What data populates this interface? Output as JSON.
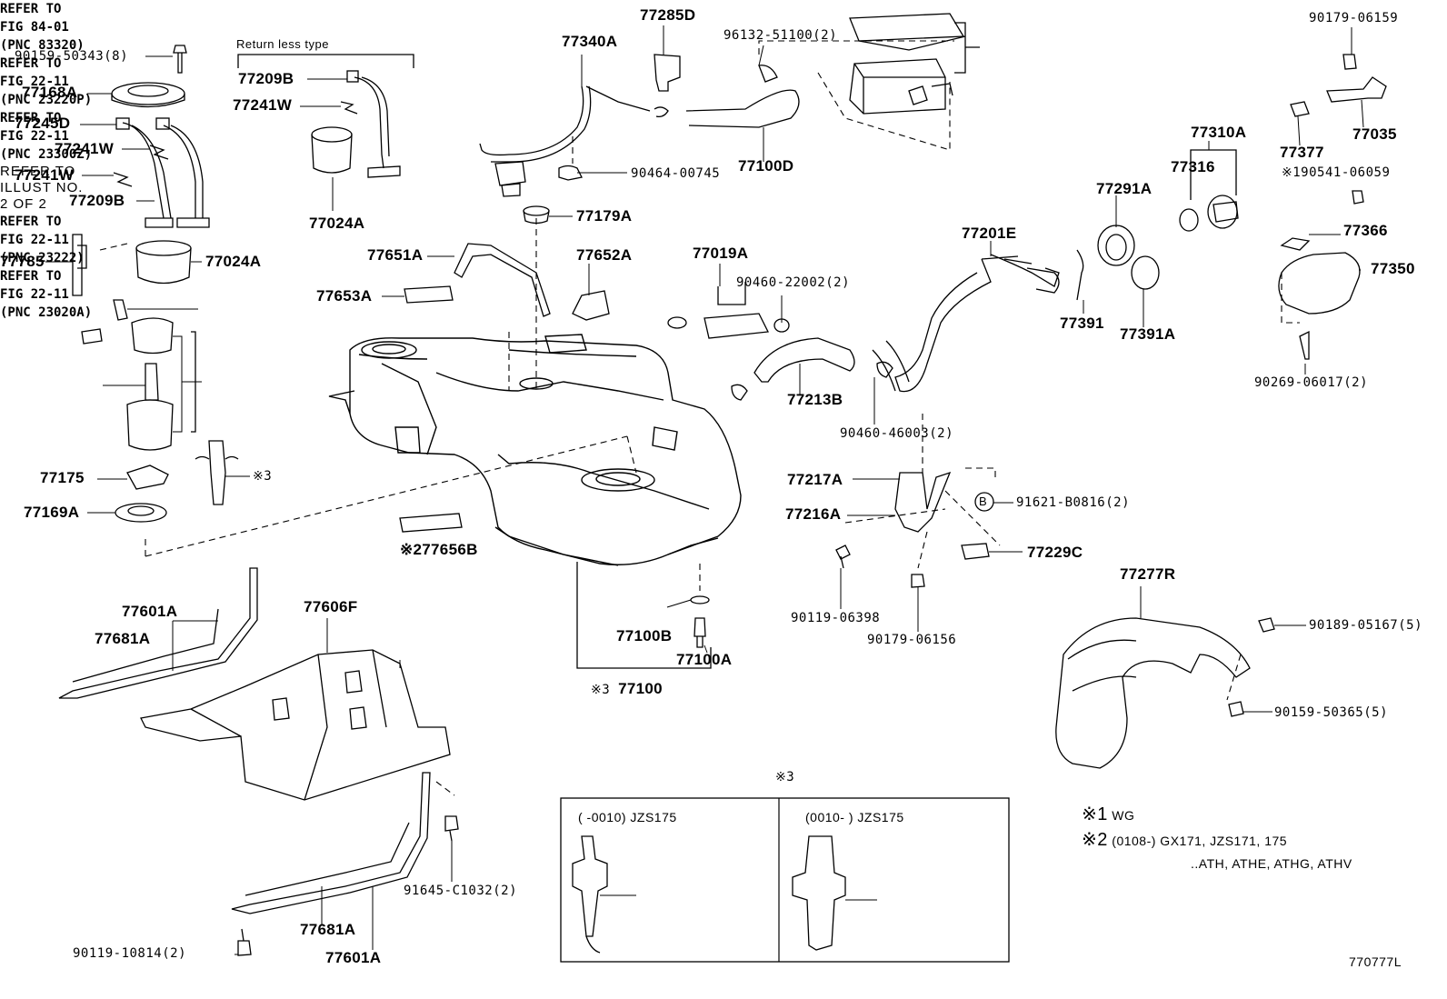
{
  "diagram": {
    "return_less_type": "Return less type",
    "refer_illust": [
      "REFER TO",
      "ILLUST NO.",
      "2 OF 2"
    ],
    "parts": {
      "p90159_50343": "90159-50343(8)",
      "p77168A": "77168A",
      "p77245D": "77245D",
      "p77241W_a": "77241W",
      "p77241W_b": "77241W",
      "p77209B_a": "77209B",
      "p77785": "77785",
      "p77024A_a": "77024A",
      "p77209B_b": "77209B",
      "p77241W_c": "77241W",
      "p77024A_b": "77024A",
      "p77340A": "77340A",
      "p77285D": "77285D",
      "p96132": "96132-51100(2)",
      "p90464": "90464-00745",
      "p77100D": "77100D",
      "p77179A": "77179A",
      "p77651A": "77651A",
      "p77652A": "77652A",
      "p77653A": "77653A",
      "p77019A": "77019A",
      "p90460_22002": "90460-22002(2)",
      "p77213B": "77213B",
      "p90460_46003": "90460-46003(2)",
      "p77201E": "77201E",
      "p77291A": "77291A",
      "p77391": "77391",
      "p77391A": "77391A",
      "p77310A": "77310A",
      "p77316": "77316",
      "p90179_06159": "90179-06159",
      "p77377": "77377",
      "p77035": "77035",
      "p90541": "90541-06059",
      "p77366": "77366",
      "p77350": "77350",
      "p90269": "90269-06017(2)",
      "p77175": "77175",
      "p77169A": "77169A",
      "p277656B": "277656B",
      "p77217A": "77217A",
      "p77216A": "77216A",
      "p91621": "91621-B0816(2)",
      "p77229C": "77229C",
      "p90119_06398": "90119-06398",
      "p90179_06156": "90179-06156",
      "p77100B": "77100B",
      "p77100A": "77100A",
      "p77100": "77100",
      "p77277R": "77277R",
      "p90189": "90189-05167(5)",
      "p90159_50365": "90159-50365(5)",
      "p77601A_a": "77601A",
      "p77681A_a": "77681A",
      "p77606F": "77606F",
      "p91645": "91645-C1032(2)",
      "p77681A_b": "77681A",
      "p77601A_b": "77601A",
      "p90119_10814": "90119-10814(2)"
    },
    "refer_fig_84": [
      "REFER TO",
      "FIG 84-01",
      "(PNC 83320)"
    ],
    "refer_fig_22_left": [
      "REFER TO",
      "FIG 22-11",
      "(PNC 23220P)"
    ],
    "refer_fig_22_mid": [
      "REFER TO",
      "FIG 22-11",
      "(PNC 23300Z)"
    ],
    "mark_b": "B",
    "mark_note1": "※1",
    "mark_note2": "※2",
    "mark_note3": "※3",
    "inset": {
      "heading": "※3",
      "left_range": "(     -0010)  JZS175",
      "right_range": "(0010-      )  JZS175",
      "left_refer": [
        "REFER TO",
        "FIG 22-11",
        "(PNC 23222)"
      ],
      "right_refer": [
        "REFER TO",
        "FIG 22-11",
        "(PNC 23020A)"
      ]
    },
    "notes": {
      "n1_text": "WG",
      "n2_line1": "(0108-) GX171, JZS171, 175",
      "n2_line2": "..ATH, ATHE, ATHG, ATHV"
    },
    "illustration_id": "770777L"
  }
}
